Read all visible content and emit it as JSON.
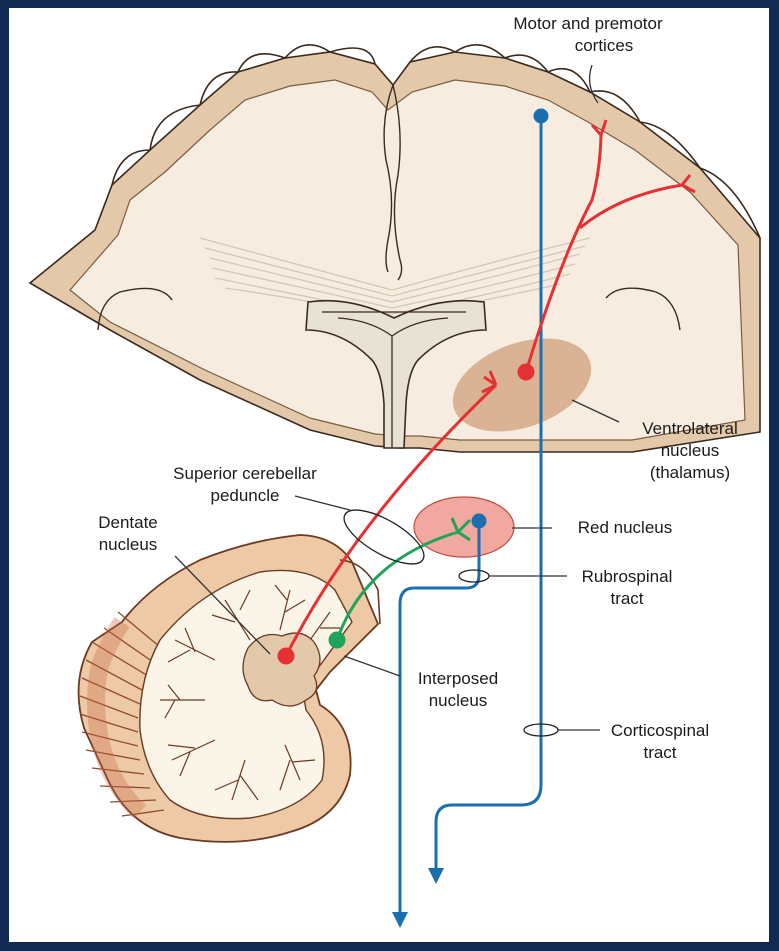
{
  "colors": {
    "background": "#112a52",
    "red_pathway": "#e53034",
    "green_pathway": "#1fa35a",
    "blue_pathway": "#1b6fae",
    "gray_matter": "#e3c9aa",
    "white_matter": "#f6ede0",
    "thalamus_nucleus": "#d9b393",
    "red_nucleus": "#f1a8a0"
  },
  "labels": {
    "motor_cortex_line1": "Motor and premotor",
    "motor_cortex_line2": "cortices",
    "ventrolateral_line1": "Ventrolateral",
    "ventrolateral_line2": "nucleus",
    "ventrolateral_line3": "(thalamus)",
    "superior_peduncle_line1": "Superior cerebellar",
    "superior_peduncle_line2": "peduncle",
    "dentate_line1": "Dentate",
    "dentate_line2": "nucleus",
    "red_nucleus": "Red nucleus",
    "rubrospinal_line1": "Rubrospinal",
    "rubrospinal_line2": "tract",
    "interposed_line1": "Interposed",
    "interposed_line2": "nucleus",
    "corticospinal_line1": "Corticospinal",
    "corticospinal_line2": "tract"
  }
}
